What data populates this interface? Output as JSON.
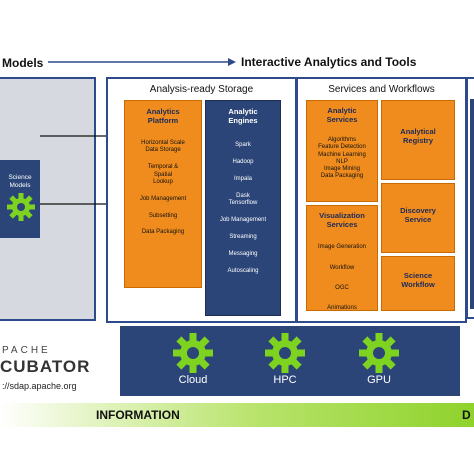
{
  "header": {
    "left_label": "Models",
    "right_label": "Interactive Analytics and Tools"
  },
  "left_panel": {
    "science_models_label": "Science\nModels"
  },
  "storage_panel": {
    "title": "Analysis-ready Storage",
    "analytics_platform": {
      "title": "Analytics\nPlatform",
      "items": [
        "Horizontal Scale\nData Storage",
        "Temporal &\nSpatial\nLookup",
        "Job Management",
        "Subsetting",
        "Data Packaging"
      ]
    },
    "analytic_engines": {
      "title": "Analytic\nEngines",
      "items": [
        "Spark",
        "Hadoop",
        "Impala",
        "Dask\nTensorflow",
        "Job Management",
        "Streaming",
        "Messaging",
        "Autoscaling"
      ]
    }
  },
  "services_panel": {
    "title": "Services and Workflows",
    "analytic_services": {
      "title": "Analytic\nServices",
      "items": [
        "Algorithms\nFeature Detection\nMachine Learning\nNLP\nImage Mining\nData Packaging"
      ]
    },
    "visualization_services": {
      "title": "Visualization\nServices",
      "items": [
        "Image Generation",
        "Workflow",
        "OGC",
        "Animations"
      ]
    },
    "analytical_registry": "Analytical\nRegistry",
    "discovery_service": "Discovery\nService",
    "science_workflow": "Science\nWorkflow"
  },
  "compute_bar": {
    "items": [
      {
        "label": "Cloud"
      },
      {
        "label": "HPC"
      },
      {
        "label": "GPU"
      }
    ]
  },
  "apache": {
    "line1": "PACHE",
    "line2": "CUBATOR",
    "url": "://sdap.apache.org"
  },
  "info_bar": {
    "label": "INFORMATION",
    "right_label": "D"
  },
  "colors": {
    "navy": "#2b4578",
    "orange": "#f08c1e",
    "gear_green": "#7ed321",
    "panel_border": "#2d4a8a",
    "arrow": "#2d4a8a"
  }
}
